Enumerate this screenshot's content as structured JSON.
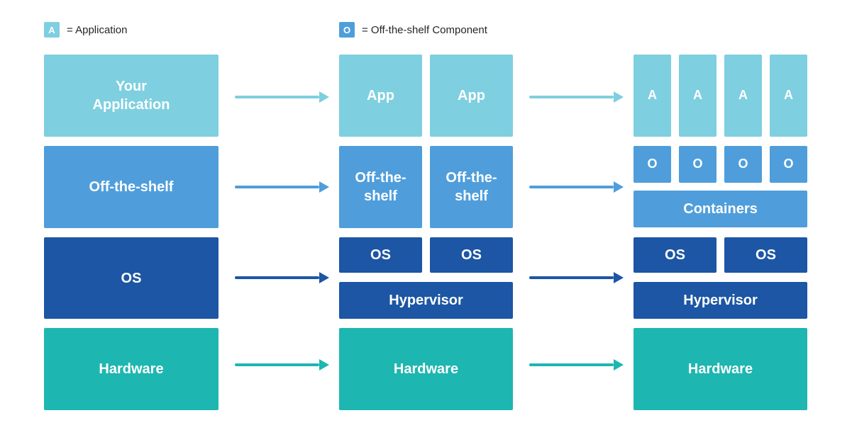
{
  "colors": {
    "application_light_blue": "#7ecfe0",
    "off_the_shelf_blue": "#4f9edb",
    "os_dark_blue": "#1c56a4",
    "hardware_teal": "#1eb6b0",
    "box_text": "#ffffff",
    "legend_text": "#252525",
    "background": "#ffffff"
  },
  "legend": {
    "application": {
      "symbol": "A",
      "label": "= Application"
    },
    "off_the_shelf": {
      "symbol": "O",
      "label": "= Off-the-shelf Component"
    }
  },
  "stacks": {
    "traditional": {
      "your_application": "Your\nApplication",
      "off_the_shelf": "Off-the-shelf",
      "os": "OS",
      "hardware": "Hardware"
    },
    "virtualized": {
      "apps": [
        "App",
        "App"
      ],
      "off_the_shelf": [
        "Off-the-\nshelf",
        "Off-the-\nshelf"
      ],
      "os": [
        "OS",
        "OS"
      ],
      "hypervisor": "Hypervisor",
      "hardware": "Hardware"
    },
    "containerized": {
      "apps": [
        "A",
        "A",
        "A",
        "A"
      ],
      "components": [
        "O",
        "O",
        "O",
        "O"
      ],
      "containers": "Containers",
      "os": [
        "OS",
        "OS"
      ],
      "hypervisor": "Hypervisor",
      "hardware": "Hardware"
    }
  }
}
